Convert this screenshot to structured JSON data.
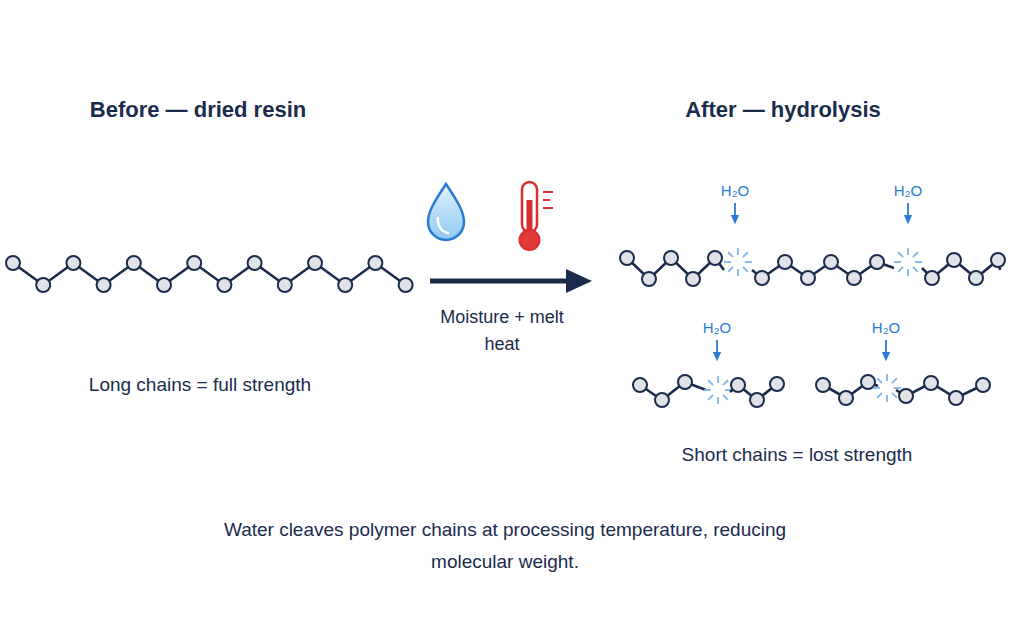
{
  "diagram": {
    "caption": "Water cleaves polymer chains at processing temperature, reducing molecular weight.",
    "labels": [
      "Before — dried resin",
      "After — hydrolysis",
      "Long chains = full strength",
      "Moisture + melt heat",
      "H₂O",
      "H₂O",
      "H₂O",
      "H₂O",
      "Short chains = lost strength"
    ]
  }
}
